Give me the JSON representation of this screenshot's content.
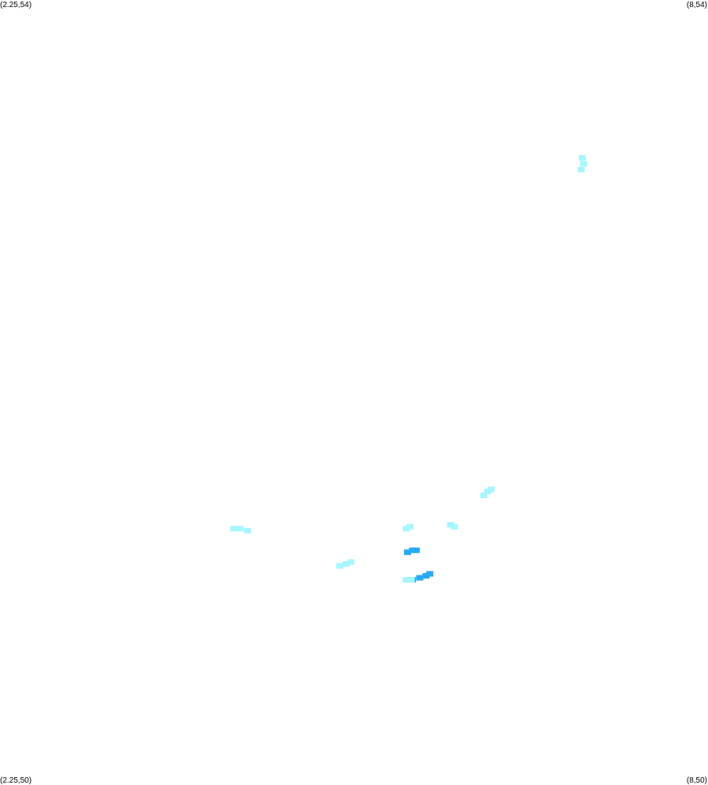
{
  "corners": {
    "top_left": "(2.25,54)",
    "top_right": "(8,54)",
    "bottom_left": "(2.25,50)",
    "bottom_right": "(8,50)"
  },
  "extent": {
    "lon_min": 2.25,
    "lon_max": 8,
    "lat_min": 50,
    "lat_max": 54
  },
  "colors": {
    "background": "#ffffff",
    "light": "#a6f5ff",
    "dark": "#27aaf5"
  },
  "features": [
    {
      "id": "ne-patch",
      "color": "light",
      "points": [
        [
          6.97,
          53.14
        ],
        [
          6.98,
          53.2
        ],
        [
          6.99,
          53.17
        ]
      ]
    },
    {
      "id": "west-patch",
      "color": "light",
      "points": [
        [
          4.15,
          51.31
        ],
        [
          4.2,
          51.31
        ],
        [
          4.26,
          51.3
        ]
      ]
    },
    {
      "id": "center-sw-patch",
      "color": "light",
      "points": [
        [
          5.01,
          51.12
        ],
        [
          5.06,
          51.13
        ],
        [
          5.1,
          51.14
        ]
      ]
    },
    {
      "id": "center-a-patch",
      "color": "light",
      "points": [
        [
          5.55,
          51.31
        ],
        [
          5.58,
          51.32
        ]
      ]
    },
    {
      "id": "center-b-patch",
      "color": "light",
      "points": [
        [
          5.91,
          51.33
        ],
        [
          5.94,
          51.32
        ]
      ]
    },
    {
      "id": "east-patch",
      "color": "light",
      "points": [
        [
          6.18,
          51.48
        ],
        [
          6.21,
          51.5
        ],
        [
          6.24,
          51.51
        ]
      ]
    },
    {
      "id": "dark-upper-patch",
      "color": "dark",
      "points": [
        [
          5.56,
          51.19
        ],
        [
          5.6,
          51.2
        ],
        [
          5.63,
          51.2
        ]
      ]
    },
    {
      "id": "dark-lower-patch",
      "color": "dark",
      "points": [
        [
          5.6,
          51.05
        ],
        [
          5.66,
          51.06
        ],
        [
          5.71,
          51.07
        ],
        [
          5.74,
          51.08
        ]
      ]
    },
    {
      "id": "light-lower-patch",
      "color": "light",
      "points": [
        [
          5.55,
          51.05
        ],
        [
          5.59,
          51.05
        ]
      ]
    }
  ]
}
